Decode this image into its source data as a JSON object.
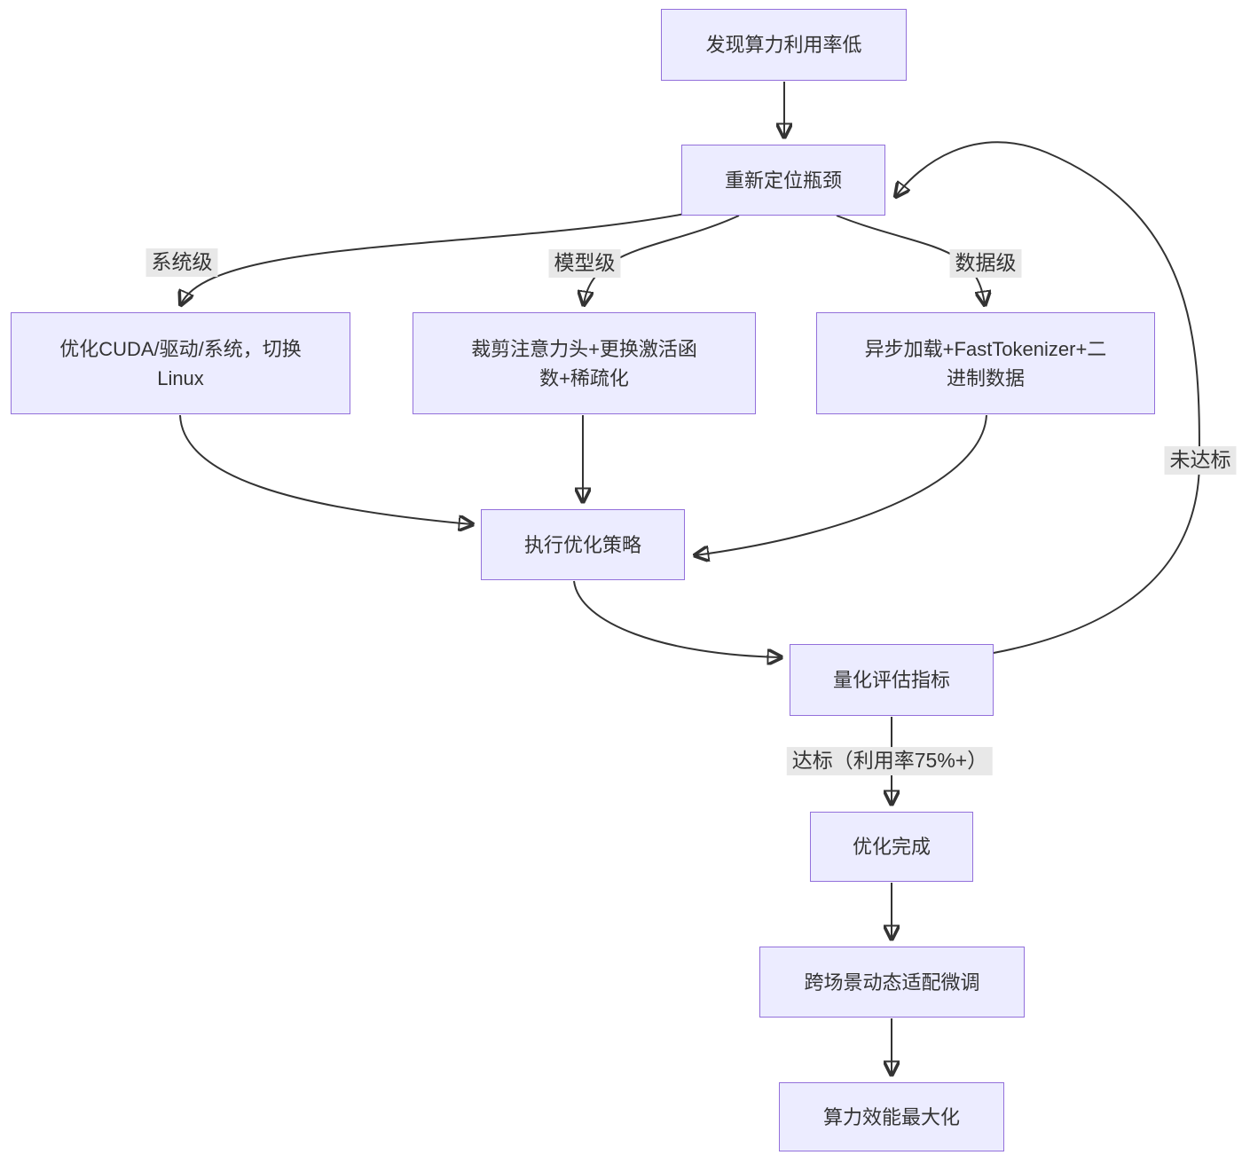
{
  "diagram": {
    "type": "flowchart",
    "colors": {
      "node_fill": "#ECECFF",
      "node_border": "#9370DB",
      "edge": "#333333",
      "edge_label_bg": "#e8e8e8",
      "text": "#333333",
      "background": "#ffffff"
    },
    "nodes": [
      {
        "id": "discover",
        "label": "发现算力利用率低"
      },
      {
        "id": "relocate",
        "label": "重新定位瓶颈"
      },
      {
        "id": "system",
        "label": "优化CUDA/驱动/系统，切换\nLinux"
      },
      {
        "id": "model",
        "label": "裁剪注意力头+更换激活函\n数+稀疏化"
      },
      {
        "id": "data",
        "label": "异步加载+FastTokenizer+二\n进制数据"
      },
      {
        "id": "execute",
        "label": "执行优化策略"
      },
      {
        "id": "evaluate",
        "label": "量化评估指标"
      },
      {
        "id": "complete",
        "label": "优化完成"
      },
      {
        "id": "finetune",
        "label": "跨场景动态适配微调"
      },
      {
        "id": "maximize",
        "label": "算力效能最大化"
      }
    ],
    "edge_labels": [
      {
        "id": "system-level",
        "text": "系统级"
      },
      {
        "id": "model-level",
        "text": "模型级"
      },
      {
        "id": "data-level",
        "text": "数据级"
      },
      {
        "id": "not-met",
        "text": "未达标"
      },
      {
        "id": "met",
        "text": "达标（利用率75%+）"
      }
    ],
    "edges": [
      {
        "from": "discover",
        "to": "relocate",
        "label": ""
      },
      {
        "from": "relocate",
        "to": "system",
        "label": "系统级"
      },
      {
        "from": "relocate",
        "to": "model",
        "label": "模型级"
      },
      {
        "from": "relocate",
        "to": "data",
        "label": "数据级"
      },
      {
        "from": "system",
        "to": "execute",
        "label": ""
      },
      {
        "from": "model",
        "to": "execute",
        "label": ""
      },
      {
        "from": "data",
        "to": "execute",
        "label": ""
      },
      {
        "from": "execute",
        "to": "evaluate",
        "label": ""
      },
      {
        "from": "evaluate",
        "to": "relocate",
        "label": "未达标"
      },
      {
        "from": "evaluate",
        "to": "complete",
        "label": "达标（利用率75%+）"
      },
      {
        "from": "complete",
        "to": "finetune",
        "label": ""
      },
      {
        "from": "finetune",
        "to": "maximize",
        "label": ""
      }
    ]
  }
}
